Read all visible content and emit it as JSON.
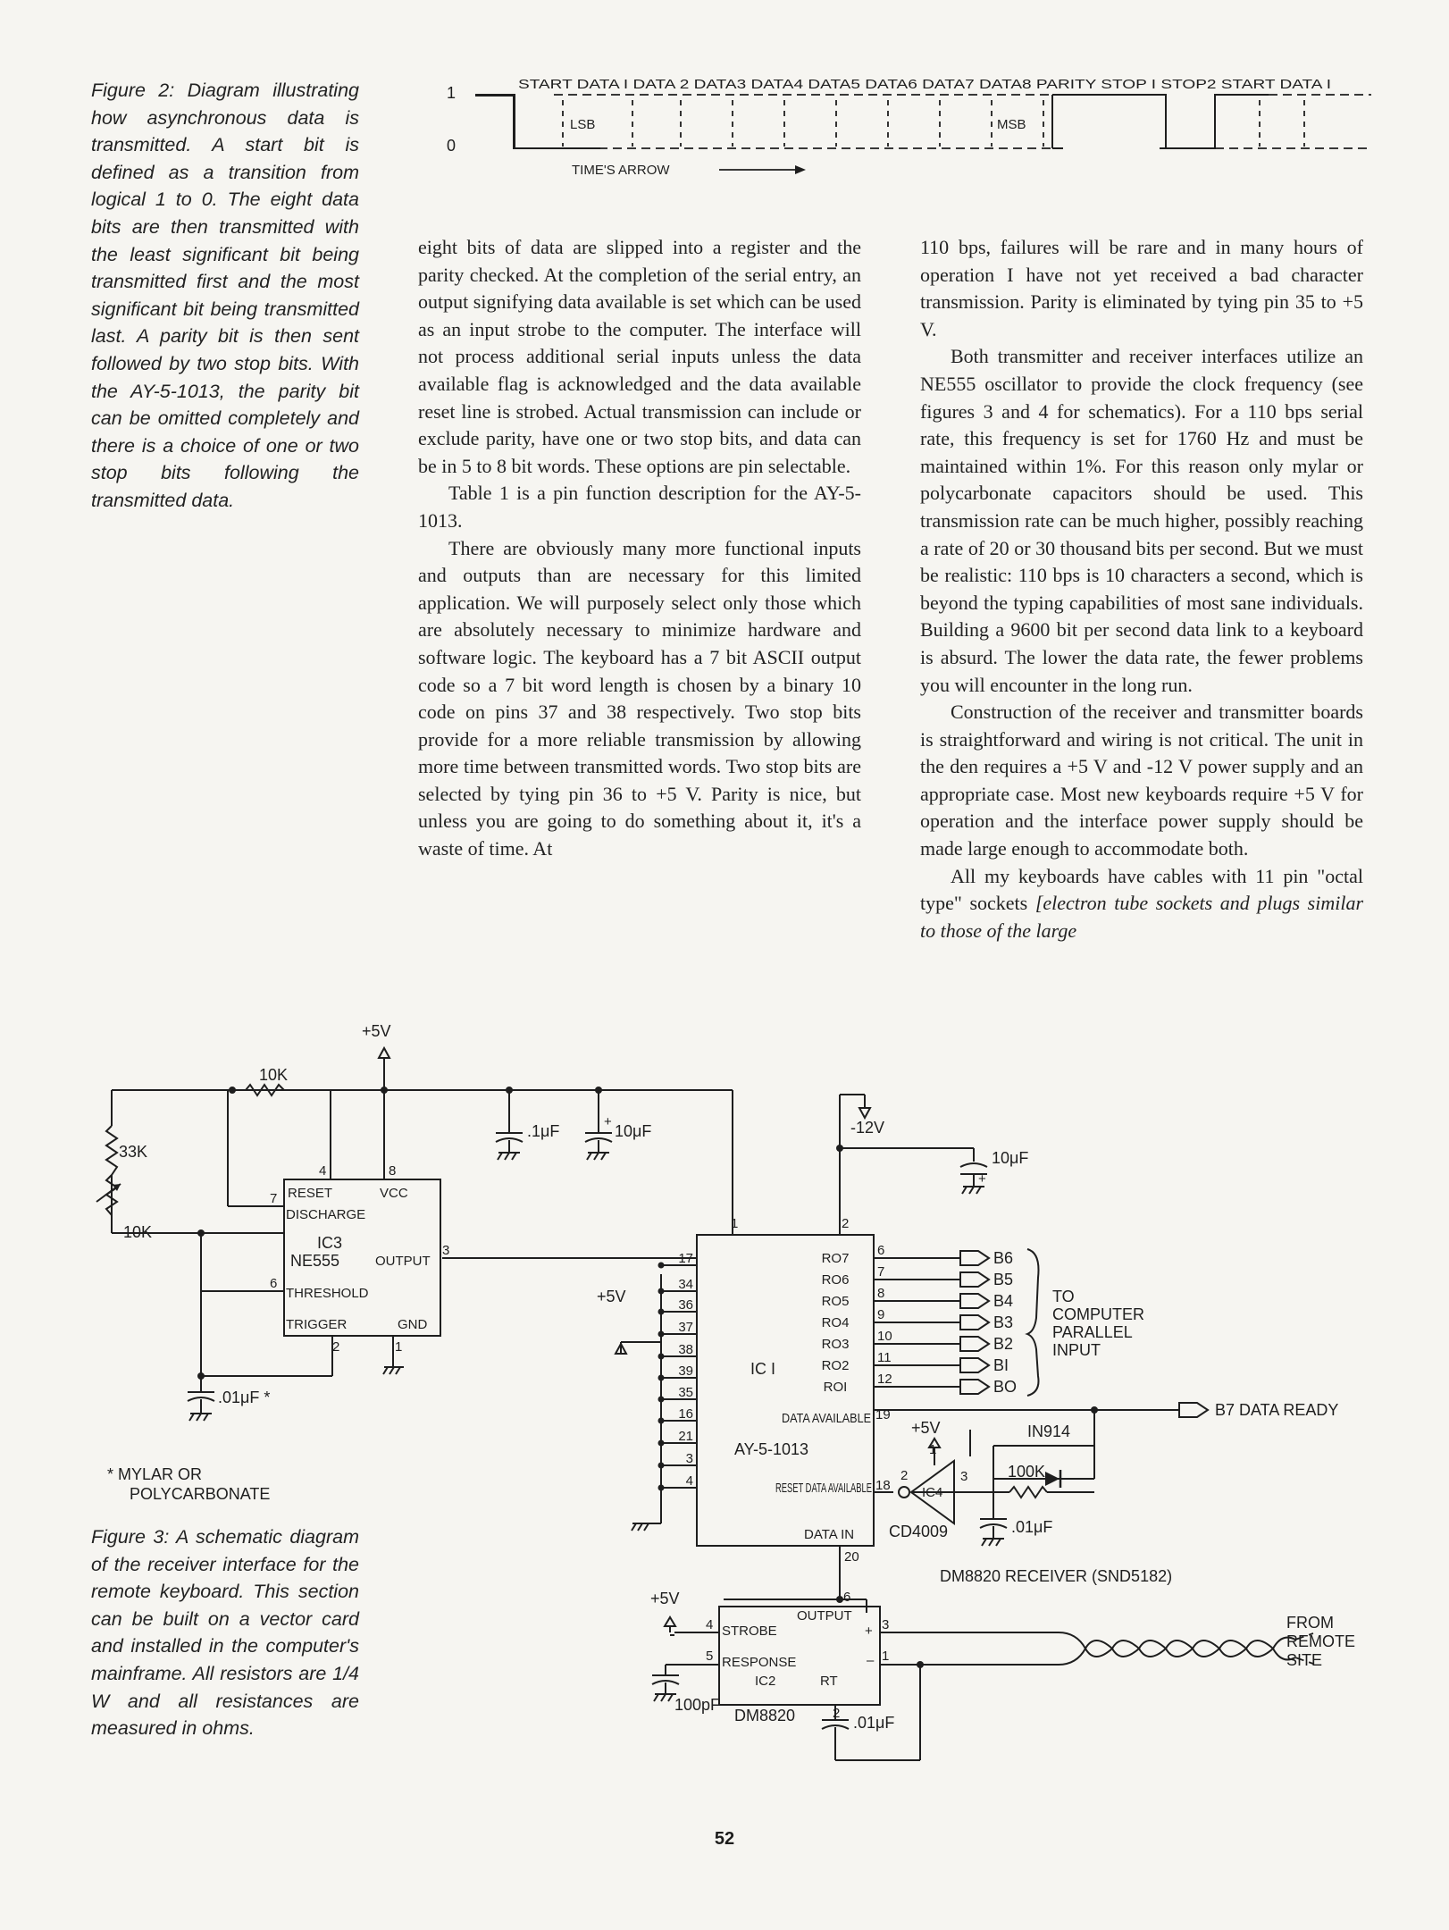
{
  "figure2": {
    "caption": "Figure 2: Diagram illustrating how asynchronous data is transmitted. A start bit is defined as a transition from logical 1 to 0. The eight data bits are then transmitted with the least significant bit being transmitted first and the most significant bit being transmitted last. A parity bit is then sent followed by two stop bits. With the AY-5-1013, the parity bit can be omitted completely and there is a choice of one or two stop bits following the transmitted data.",
    "level_one": "1",
    "level_zero": "0",
    "header": "START DATA I DATA 2 DATA3 DATA4 DATA5 DATA6 DATA7 DATA8 PARITY STOP I STOP2 START DATA I",
    "lsb": "LSB",
    "msb": "MSB",
    "arrow_label": "TIME'S ARROW"
  },
  "article": {
    "col1": [
      "eight bits of data are slipped into a register and the parity checked. At the completion of the serial entry, an output signifying data available is set which can be used as an input strobe to the computer. The interface will not process additional serial inputs unless the data available flag is acknowledged and the data available reset line is strobed. Actual transmission can include or exclude parity, have one or two stop bits, and data can be in 5 to 8 bit words. These options are pin selectable.",
      "Table 1 is a pin function description for the AY-5-1013.",
      "There are obviously many more functional inputs and outputs than are necessary for this limited application. We will purposely select only those which are absolutely necessary to minimize hardware and software logic. The keyboard has a 7 bit ASCII output code so a 7 bit word length is chosen by a binary 10 code on pins 37 and 38 respectively. Two stop bits provide for a more reliable transmission by allowing more time between transmitted words. Two stop bits are selected by tying pin 36 to +5 V. Parity is nice, but unless you are going to do something about it, it's a waste of time. At"
    ],
    "col2": [
      "110 bps, failures will be rare and in many hours of operation I have not yet received a bad character transmission. Parity is eliminated by tying pin 35 to +5 V.",
      "Both transmitter and receiver interfaces utilize an NE555 oscillator to provide the clock frequency (see figures 3 and 4 for schematics). For a 110 bps serial rate, this frequency is set for 1760 Hz and must be maintained within 1%. For this reason only mylar or polycarbonate capacitors should be used. This transmission rate can be much higher, possibly reaching a rate of 20 or 30 thousand bits per second. But we must be realistic: 110 bps is 10 characters a second, which is beyond the typing capabilities of most sane individuals. Building a 9600 bit per second data link to a keyboard is absurd. The lower the data rate, the fewer problems you will encounter in the long run.",
      "Construction of the receiver and transmitter boards is straightforward and wiring is not critical. The unit in the den requires a +5 V and -12 V power supply and an appropriate case. Most new keyboards require +5 V for operation and the interface power supply should be made large enough to accommodate both."
    ],
    "col2_tail_plain": "All my keyboards have cables with 11 pin \"octal type\" sockets",
    "col2_tail_italic": "[electron tube sockets and plugs similar to those of the large"
  },
  "figure3": {
    "caption": "Figure 3: A schematic diagram of the receiver interface for the remote keyboard. This section can be built on a vector card and installed in the computer's mainframe. All resistors are 1/4 W and all resistances are measured in ohms.",
    "note": "* MYLAR OR POLYCARBONATE",
    "labels": {
      "vcc_top": "+5V",
      "r_10k_top": "10K",
      "r_33k": "33K",
      "r_10k_pot": "10K",
      "c_01uf_timer": ".01μF *",
      "c_1uf": ".1μF",
      "c_10uf_a": "10μF",
      "c_10uf_b": "10μF",
      "neg12": "-12V",
      "ic3_reset": "RESET",
      "ic3_vcc": "VCC",
      "ic3_discharge": "DISCHARGE",
      "ic3_name": "IC3",
      "ic3_part": "NE555",
      "ic3_output": "OUTPUT",
      "ic3_threshold": "THRESHOLD",
      "ic3_trigger": "TRIGGER",
      "ic3_gnd": "GND",
      "ic1_name": "IC I",
      "ic1_part": "AY-5-1013",
      "data_available": "DATA AVAILABLE",
      "reset_data_available": "RESET DATA AVAILABLE",
      "data_in": "DATA IN",
      "plus5_mid": "+5V",
      "plus5_ic4": "+5V",
      "plus5_bottom": "+5V",
      "ic4": "IC4",
      "cd4009": "CD4009",
      "diode": "IN914",
      "r_100k": "100K",
      "c_01uf_ic4": ".01μF",
      "receiver_title": "DM8820 RECEIVER (SND5182)",
      "to_computer": "TO COMPUTER PARALLEL INPUT",
      "b7": "B7 DATA READY",
      "from_remote": "FROM REMOTE SITE",
      "ic2_output": "OUTPUT",
      "ic2_strobe": "STROBE",
      "ic2_response": "RESPONSE",
      "ic2_name": "IC2",
      "ic2_rt": "RT",
      "ic2_part": "DM8820",
      "c_100pf": "100pF",
      "c_01uf_ic2": ".01μF"
    },
    "ro_pins": [
      "RO7",
      "RO6",
      "RO5",
      "RO4",
      "RO3",
      "RO2",
      "ROI"
    ],
    "ro_pin_numbers": [
      "6",
      "7",
      "8",
      "9",
      "10",
      "11",
      "12"
    ],
    "bus_outputs": [
      "B6",
      "B5",
      "B4",
      "B3",
      "B2",
      "BI",
      "BO"
    ],
    "left_pins": [
      "17",
      "34",
      "36",
      "37",
      "38",
      "39",
      "35",
      "16",
      "21",
      "3",
      "4"
    ]
  },
  "page_number": "52"
}
